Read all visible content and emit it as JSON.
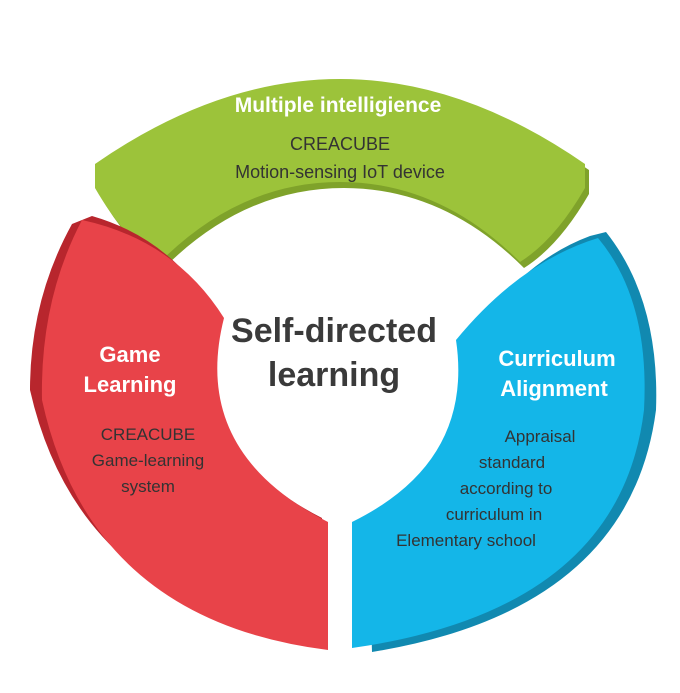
{
  "center": {
    "title_line1": "Self-directed",
    "title_line2": "learning"
  },
  "segments": {
    "top": {
      "title": "Multiple intelligience",
      "body_line1": "CREACUBE",
      "body_line2": "Motion-sensing IoT device",
      "color": "#9cc33a",
      "edge_color": "#7fa22a"
    },
    "left": {
      "title_line1": "Game",
      "title_line2": "Learning",
      "body_line1": "CREACUBE",
      "body_line2": "Game-learning",
      "body_line3": "system",
      "color": "#e84349",
      "edge_color": "#b8262d"
    },
    "right": {
      "title_line1": "Curriculum",
      "title_line2": "Alignment",
      "body_line1": "Appraisal",
      "body_line2": "standard",
      "body_line3": "according to",
      "body_line4": "curriculum in",
      "body_line5": "Elementary school",
      "color": "#14b6e8",
      "edge_color": "#1189b0"
    }
  }
}
